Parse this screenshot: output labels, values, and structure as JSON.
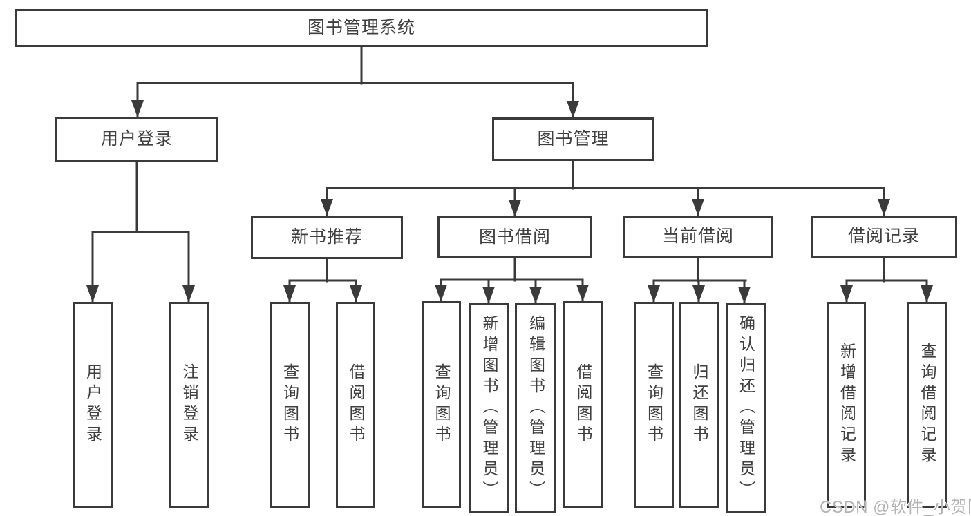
{
  "diagram": {
    "root": {
      "label": "图书管理系统"
    },
    "branches": {
      "user_login": {
        "label": "用户登录",
        "children": [
          "用户登录",
          "注销登录"
        ]
      },
      "book_management": {
        "label": "图书管理",
        "sections": {
          "new_books": {
            "label": "新书推荐",
            "children": [
              "查询图书",
              "借阅图书"
            ]
          },
          "book_borrowing": {
            "label": "图书借阅",
            "children": [
              "查询图书",
              "新增图书（管理员）",
              "编辑图书（管理员）",
              "借阅图书"
            ]
          },
          "current_borrowing": {
            "label": "当前借阅",
            "children": [
              "查询图书",
              "归还图书",
              "确认归还（管理员）"
            ]
          },
          "borrowing_records": {
            "label": "借阅记录",
            "children": [
              "新增借阅记录",
              "查询借阅记录"
            ]
          }
        }
      }
    }
  },
  "watermark": {
    "text": "CSDN @软件_小贺同学"
  },
  "colors": {
    "stroke": "#3a3a3a",
    "text": "#3f3f3f",
    "watermark": "#b4b4b4"
  }
}
